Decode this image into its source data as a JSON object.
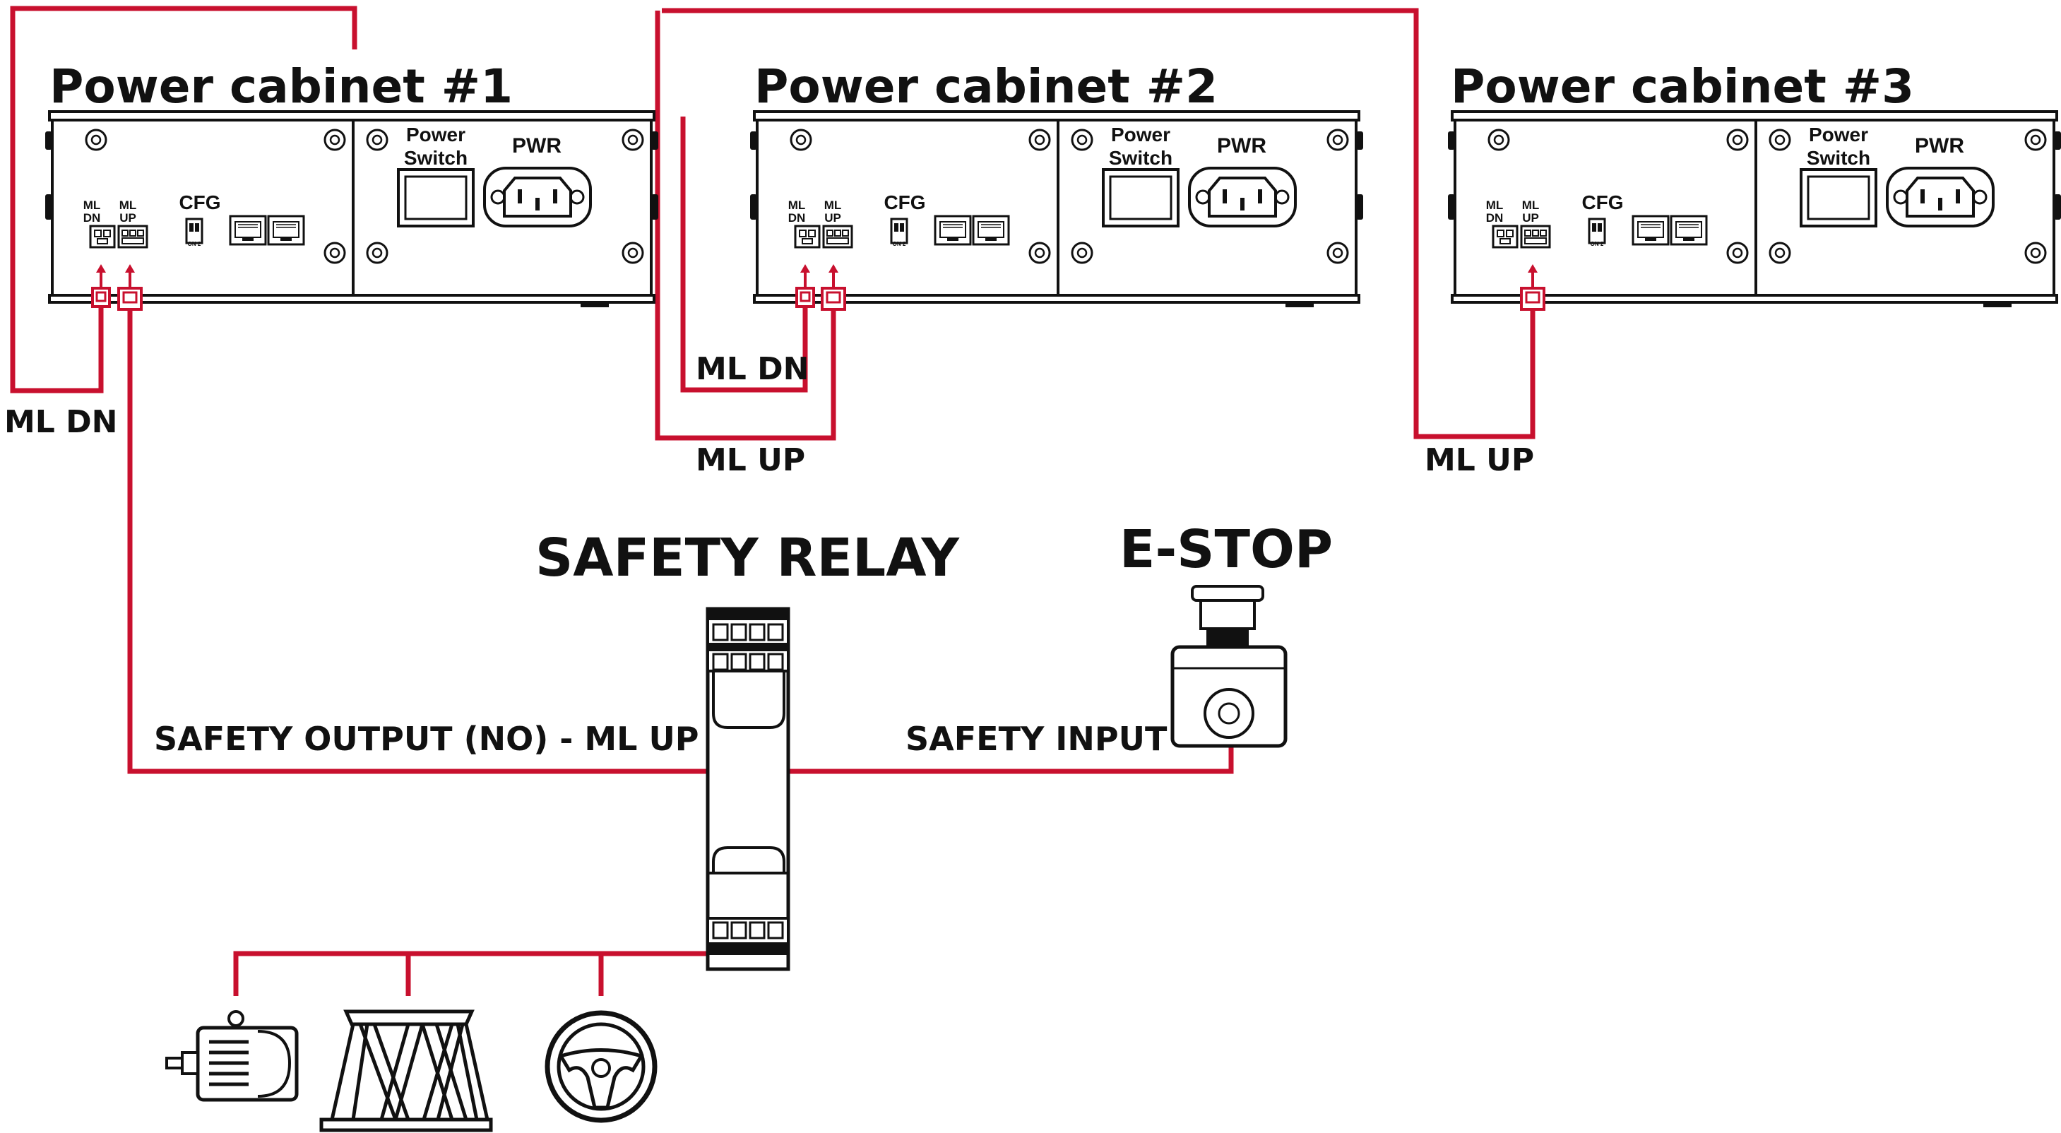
{
  "cabinets": [
    {
      "title": "Power cabinet #1",
      "ml_dn": "ML\nDN",
      "ml_up": "ML\nUP",
      "cfg": "CFG",
      "power_switch_line1": "Power",
      "power_switch_line2": "Switch",
      "pwr": "PWR",
      "dip_text": "ON 2"
    },
    {
      "title": "Power cabinet #2",
      "ml_dn": "ML\nDN",
      "ml_up": "ML\nUP",
      "cfg": "CFG",
      "power_switch_line1": "Power",
      "power_switch_line2": "Switch",
      "pwr": "PWR",
      "dip_text": "ON 2"
    },
    {
      "title": "Power cabinet #3",
      "ml_dn": "ML\nDN",
      "ml_up": "ML\nUP",
      "cfg": "CFG",
      "power_switch_line1": "Power",
      "power_switch_line2": "Switch",
      "pwr": "PWR",
      "dip_text": "ON 2"
    }
  ],
  "wire_labels": {
    "ml_dn_1": "ML DN",
    "ml_dn_2": "ML DN",
    "ml_up_2": "ML UP",
    "ml_up_3": "ML UP",
    "safety_output": "SAFETY OUTPUT (NO) - ML UP",
    "safety_input": "SAFETY INPUT"
  },
  "devices": {
    "safety_relay": "SAFETY RELAY",
    "estop": "E-STOP"
  },
  "icons": {
    "motor": "electric-motor-icon",
    "platform": "motion-platform-icon",
    "wheel": "steering-wheel-icon"
  },
  "colors": {
    "wire": "#c8102e",
    "outline": "#111111"
  }
}
